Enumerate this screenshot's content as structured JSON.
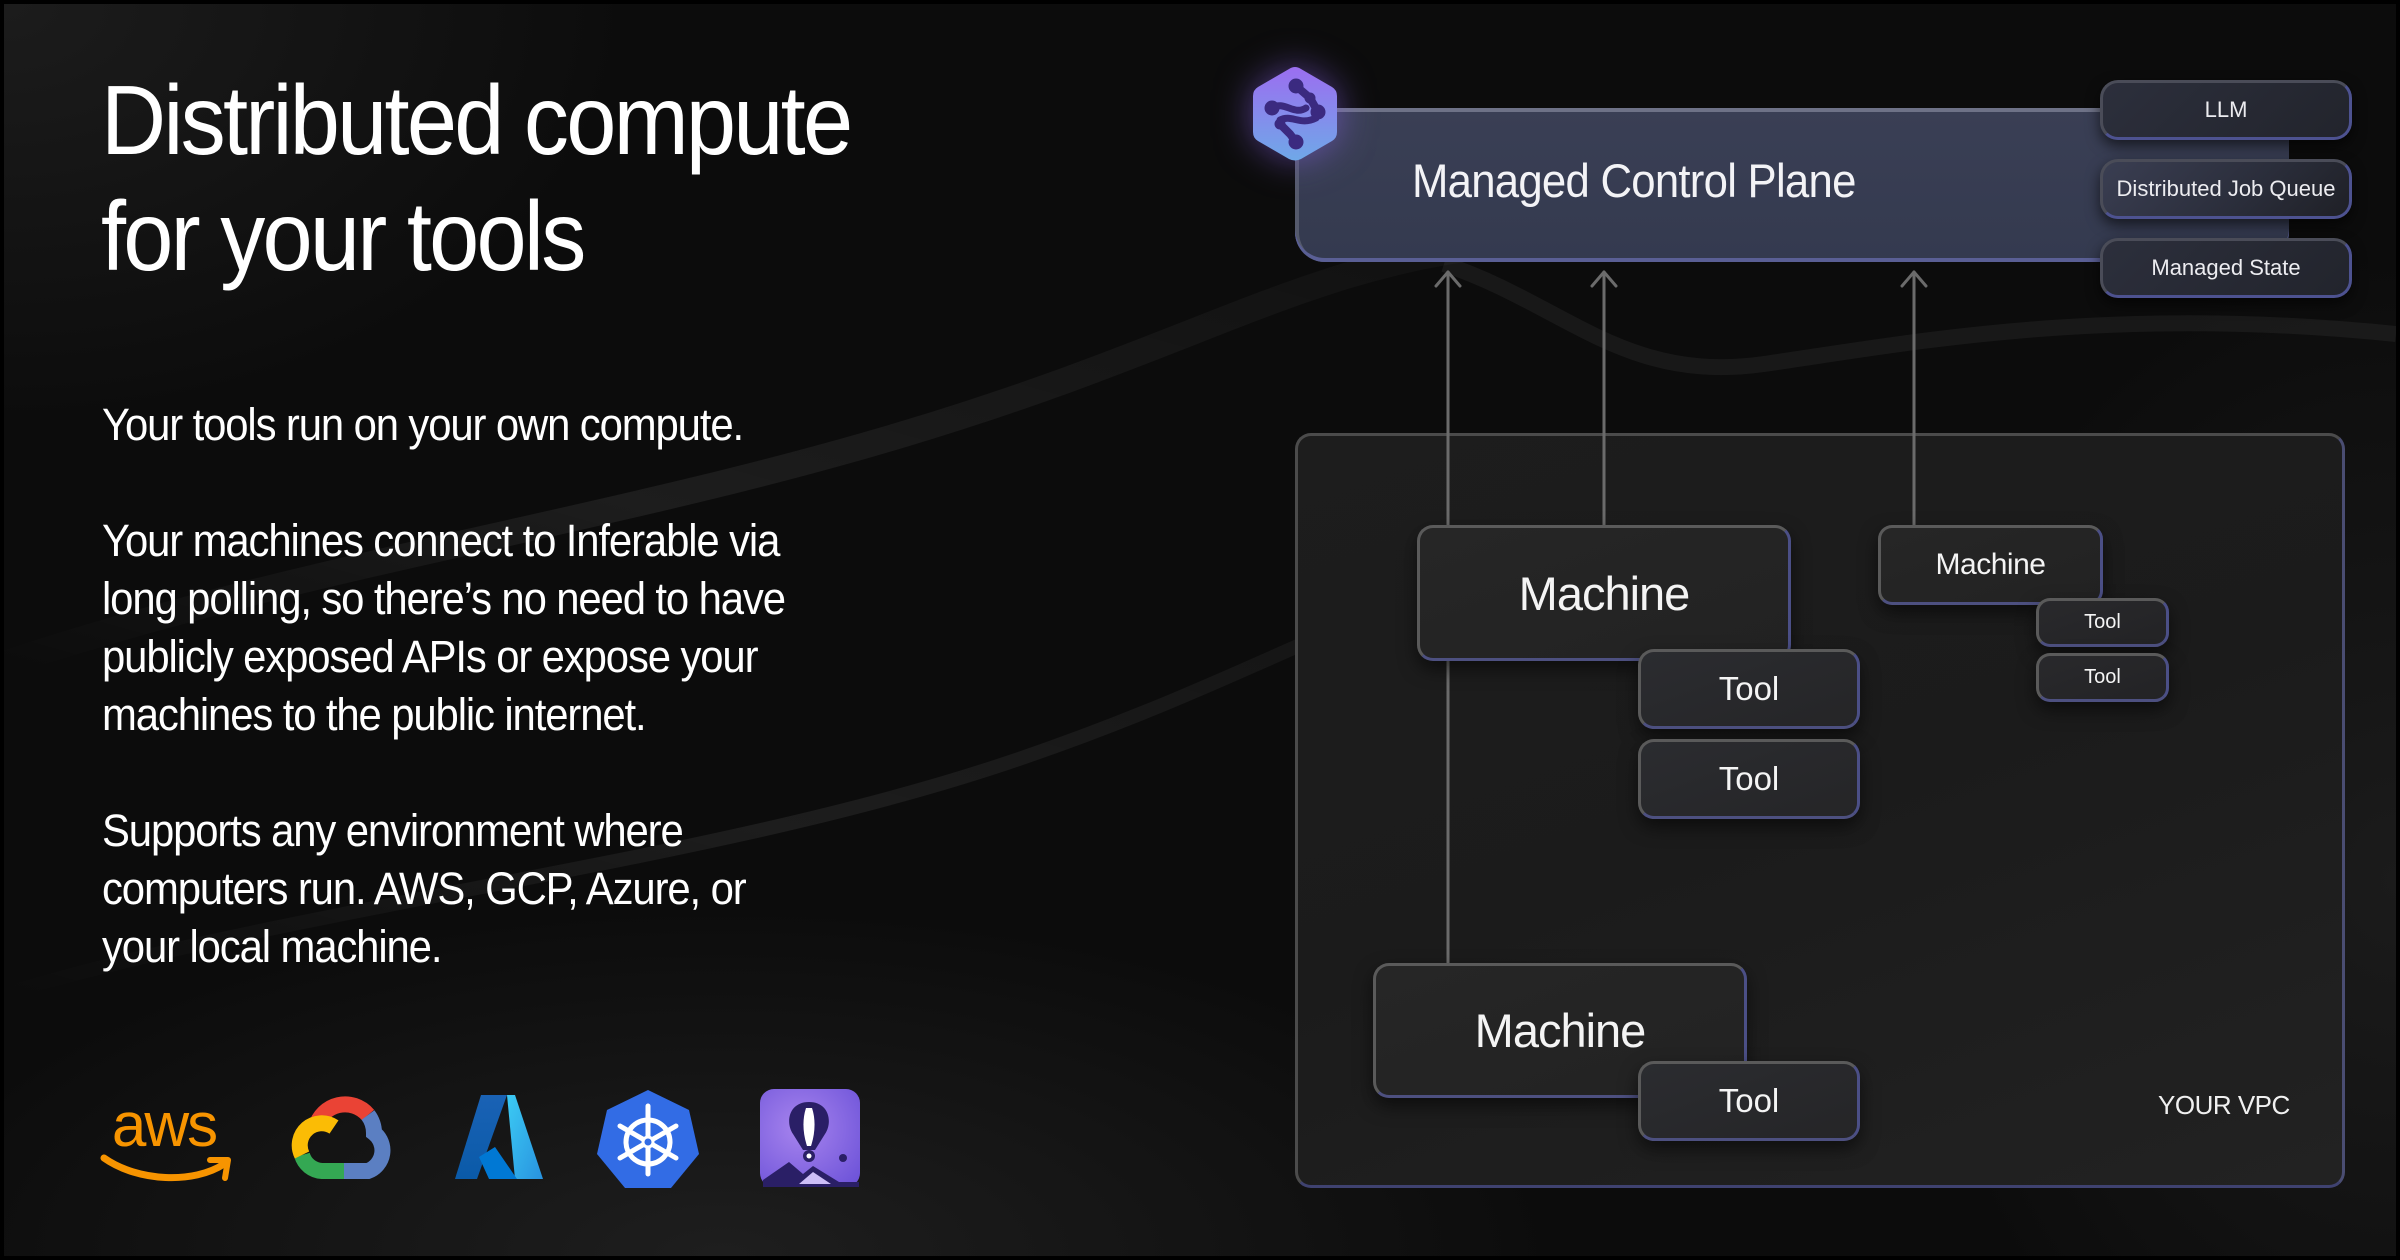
{
  "headline": {
    "line1": "Distributed compute",
    "line2": "for your tools"
  },
  "body": {
    "paragraphs": [
      {
        "lines": [
          "Your tools run on your own compute."
        ]
      },
      {
        "lines": [
          "Your machines connect to Inferable via",
          "long polling, so there’s no need to have",
          "publicly exposed APIs or expose your",
          "machines to the public internet."
        ]
      },
      {
        "lines": [
          "Supports any environment where",
          "computers run. AWS, GCP, Azure, or",
          "your local machine."
        ]
      }
    ]
  },
  "logos": [
    {
      "name": "aws-logo",
      "text": "aws"
    },
    {
      "name": "google-cloud-logo"
    },
    {
      "name": "azure-logo"
    },
    {
      "name": "kubernetes-logo"
    },
    {
      "name": "balloon-app-logo"
    }
  ],
  "diagram": {
    "control_plane": {
      "label": "Managed Control Plane",
      "icon": "inferable-hex-icon"
    },
    "services": [
      "LLM",
      "Distributed Job Queue",
      "Managed State"
    ],
    "vpc_label": "YOUR VPC",
    "machines": [
      {
        "label": "Machine",
        "tools": [
          "Tool",
          "Tool"
        ]
      },
      {
        "label": "Machine",
        "tools": [
          "Tool",
          "Tool"
        ]
      },
      {
        "label": "Machine",
        "tools": [
          "Tool"
        ]
      }
    ]
  },
  "colors": {
    "background": "#0c0c0c",
    "control_plane": "#373c52",
    "accent_border": "#4d5290",
    "arrow": "#6b6b6b",
    "logo_gradient_top": "#9b6ef0",
    "logo_gradient_bottom": "#6fa8e8"
  }
}
